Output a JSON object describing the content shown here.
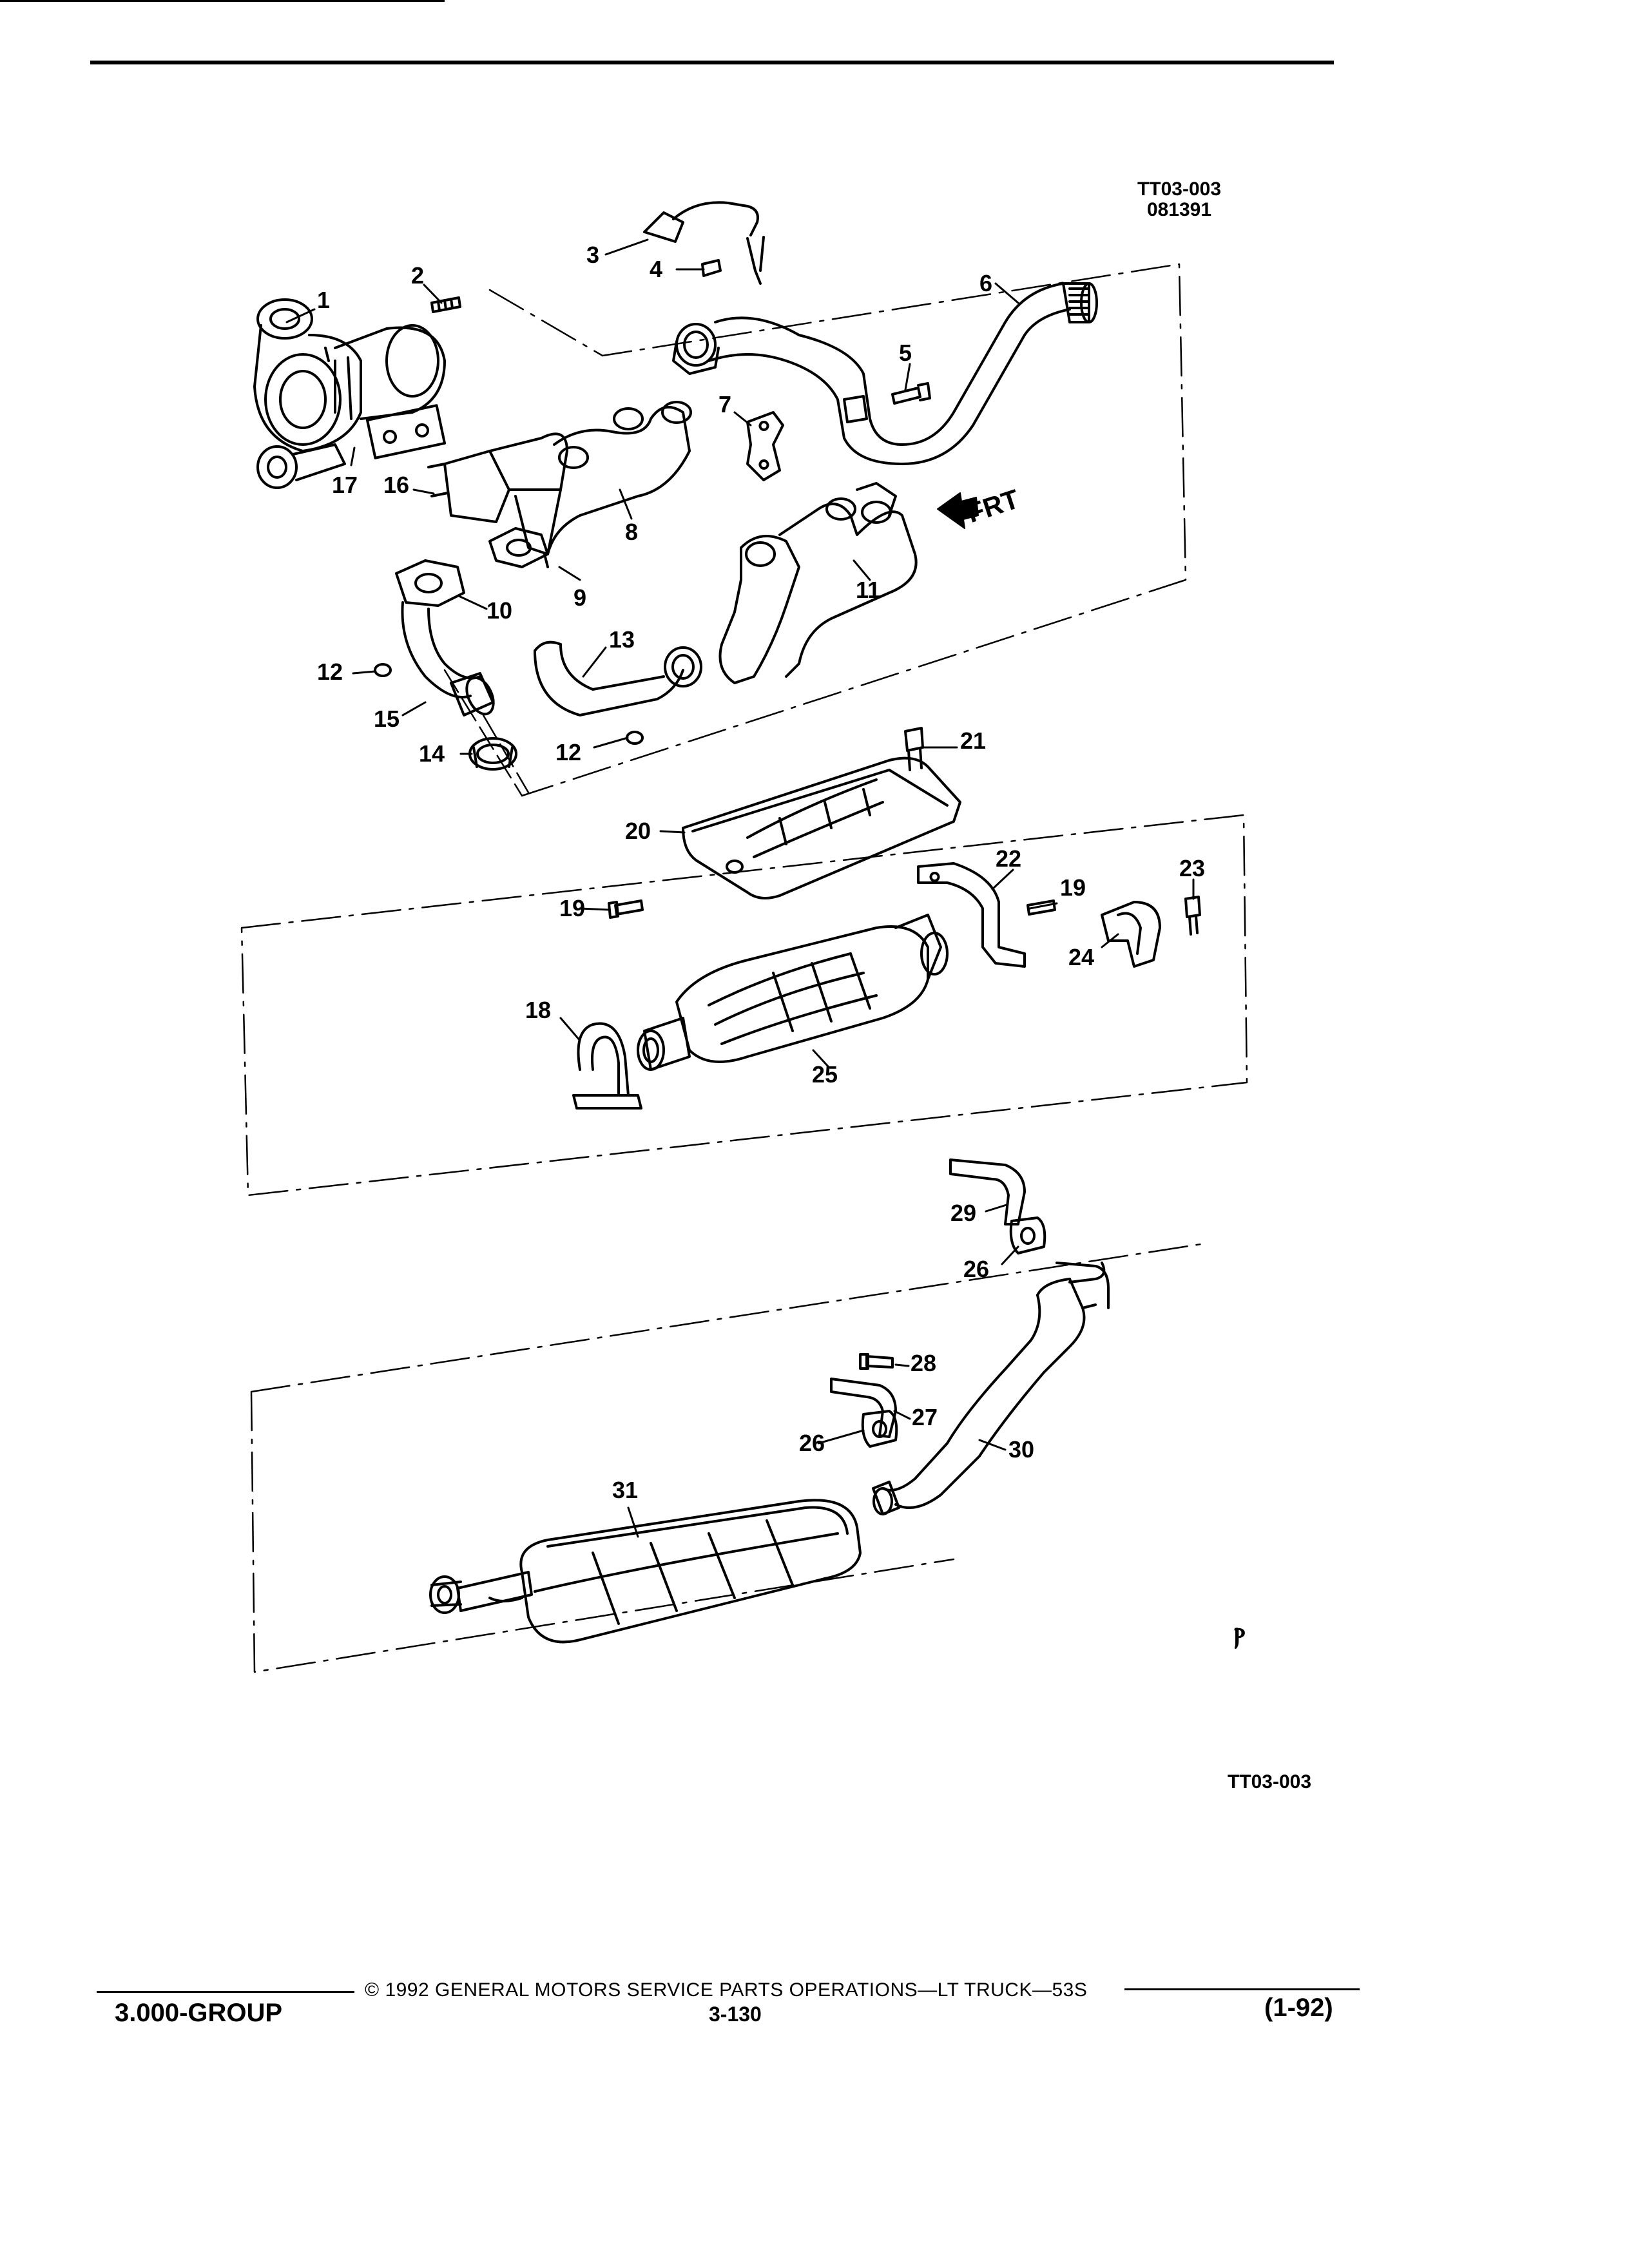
{
  "header": {
    "ref_code": "TT03-003",
    "ref_date": "081391"
  },
  "diagram": {
    "front_indicator": "FRT",
    "callouts": [
      {
        "id": "c1",
        "label": "1"
      },
      {
        "id": "c2",
        "label": "2"
      },
      {
        "id": "c3",
        "label": "3"
      },
      {
        "id": "c4",
        "label": "4"
      },
      {
        "id": "c5",
        "label": "5"
      },
      {
        "id": "c6",
        "label": "6"
      },
      {
        "id": "c7",
        "label": "7"
      },
      {
        "id": "c8",
        "label": "8"
      },
      {
        "id": "c9",
        "label": "9"
      },
      {
        "id": "c10",
        "label": "10"
      },
      {
        "id": "c11",
        "label": "11"
      },
      {
        "id": "c12a",
        "label": "12"
      },
      {
        "id": "c12b",
        "label": "12"
      },
      {
        "id": "c13",
        "label": "13"
      },
      {
        "id": "c14",
        "label": "14"
      },
      {
        "id": "c15",
        "label": "15"
      },
      {
        "id": "c16",
        "label": "16"
      },
      {
        "id": "c17",
        "label": "17"
      },
      {
        "id": "c18",
        "label": "18"
      },
      {
        "id": "c19a",
        "label": "19"
      },
      {
        "id": "c19b",
        "label": "19"
      },
      {
        "id": "c20",
        "label": "20"
      },
      {
        "id": "c21",
        "label": "21"
      },
      {
        "id": "c22",
        "label": "22"
      },
      {
        "id": "c23",
        "label": "23"
      },
      {
        "id": "c24",
        "label": "24"
      },
      {
        "id": "c25",
        "label": "25"
      },
      {
        "id": "c26a",
        "label": "26"
      },
      {
        "id": "c26b",
        "label": "26"
      },
      {
        "id": "c27",
        "label": "27"
      },
      {
        "id": "c28",
        "label": "28"
      },
      {
        "id": "c29",
        "label": "29"
      },
      {
        "id": "c30",
        "label": "30"
      },
      {
        "id": "c31",
        "label": "31"
      }
    ],
    "bottom_ref_code": "TT03-003",
    "continuation_mark": "ⲣ"
  },
  "footer": {
    "copyright": "©  1992  GENERAL MOTORS SERVICE PARTS OPERATIONS—LT TRUCK—53S",
    "page_number": "3-130",
    "group": "3.000-GROUP",
    "date_code": "(1-92)"
  }
}
